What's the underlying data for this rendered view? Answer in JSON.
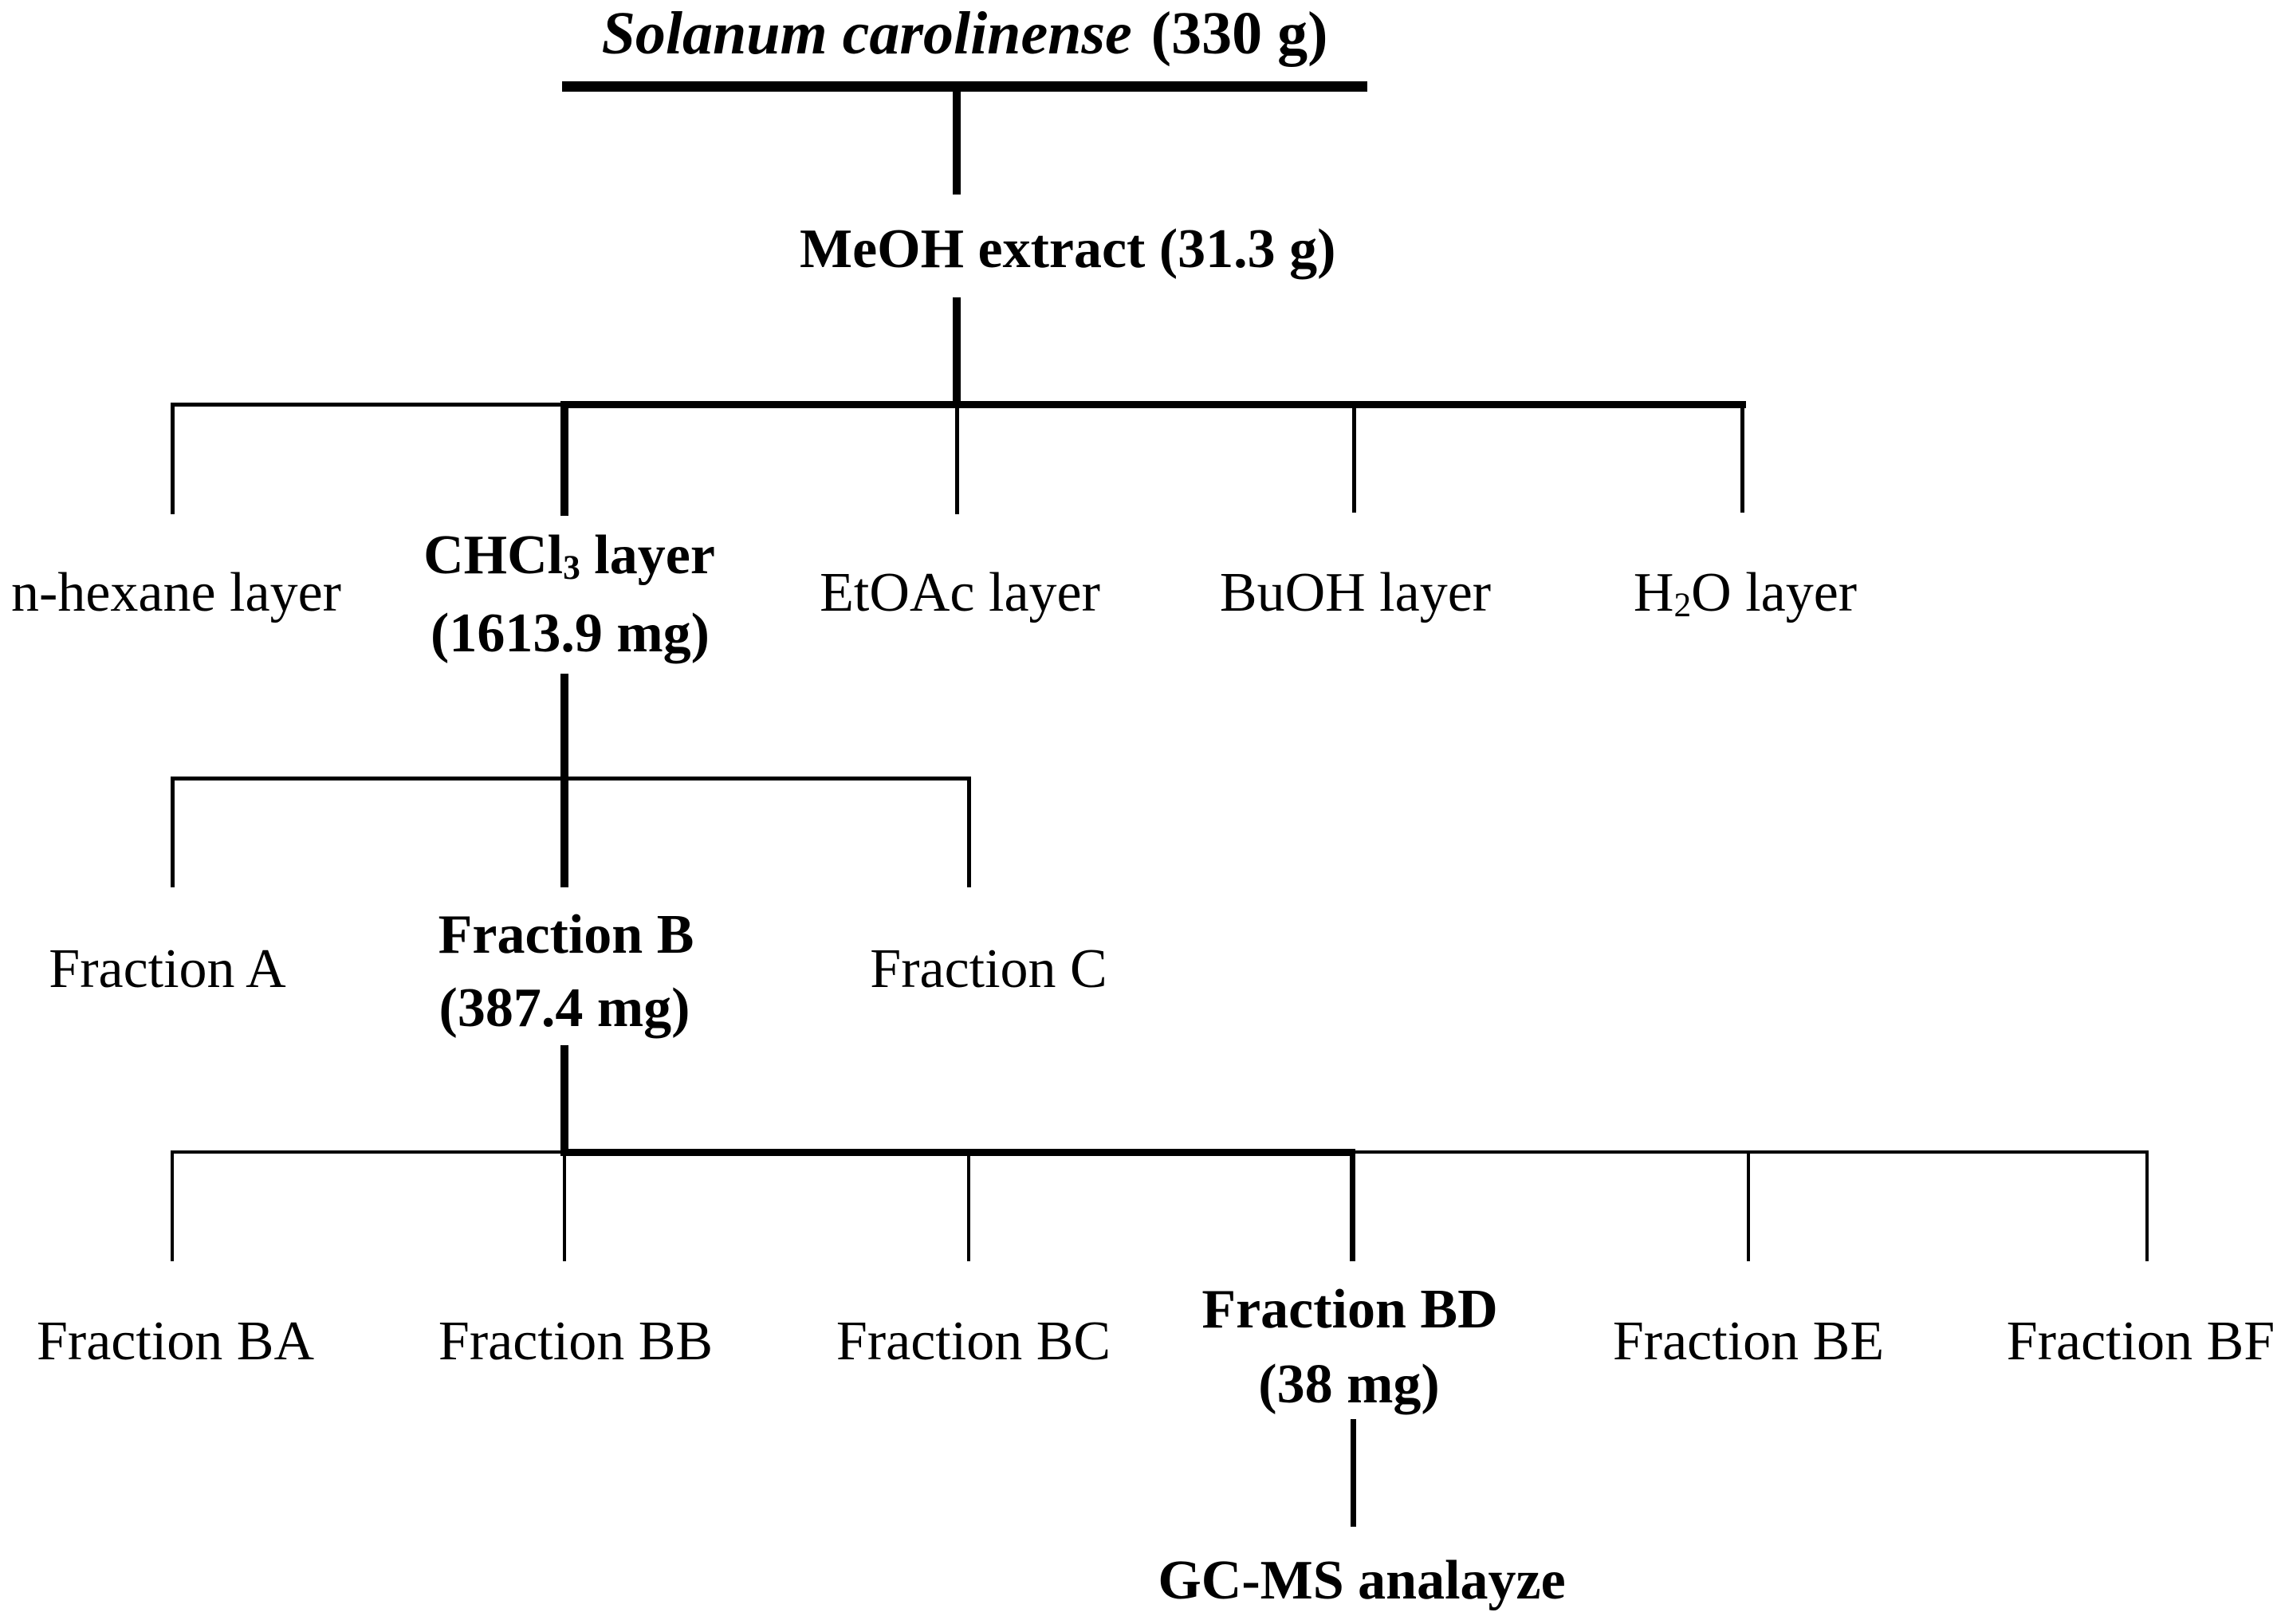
{
  "diagram": {
    "background": "#ffffff",
    "line_color": "#000000",
    "title": {
      "species": "Solanum carolinense",
      "amount": "(330 g)"
    },
    "root_extract": "MeOH extract (31.3 g)",
    "partition_layers": {
      "hexane": "n-hexane layer",
      "chcl3": {
        "pre": "CHCl",
        "sub": "3",
        "post": " layer"
      },
      "chcl3_amount": "(1613.9 mg)",
      "etoac": "EtOAc layer",
      "buoh": "BuOH layer",
      "h2o": {
        "pre": "H",
        "sub": "2",
        "post": "O layer"
      }
    },
    "chcl3_fractions": {
      "a": "Fraction A",
      "b": "Fraction B",
      "b_amount": "(387.4 mg)",
      "c": "Fraction C"
    },
    "b_subfractions": {
      "ba": "Fraction BA",
      "bb": "Fraction BB",
      "bc": "Fraction BC",
      "bd": "Fraction BD",
      "bd_amount": "(38 mg)",
      "be": "Fraction BE",
      "bf": "Fraction BF"
    },
    "final_step": "GC-MS analayze"
  }
}
